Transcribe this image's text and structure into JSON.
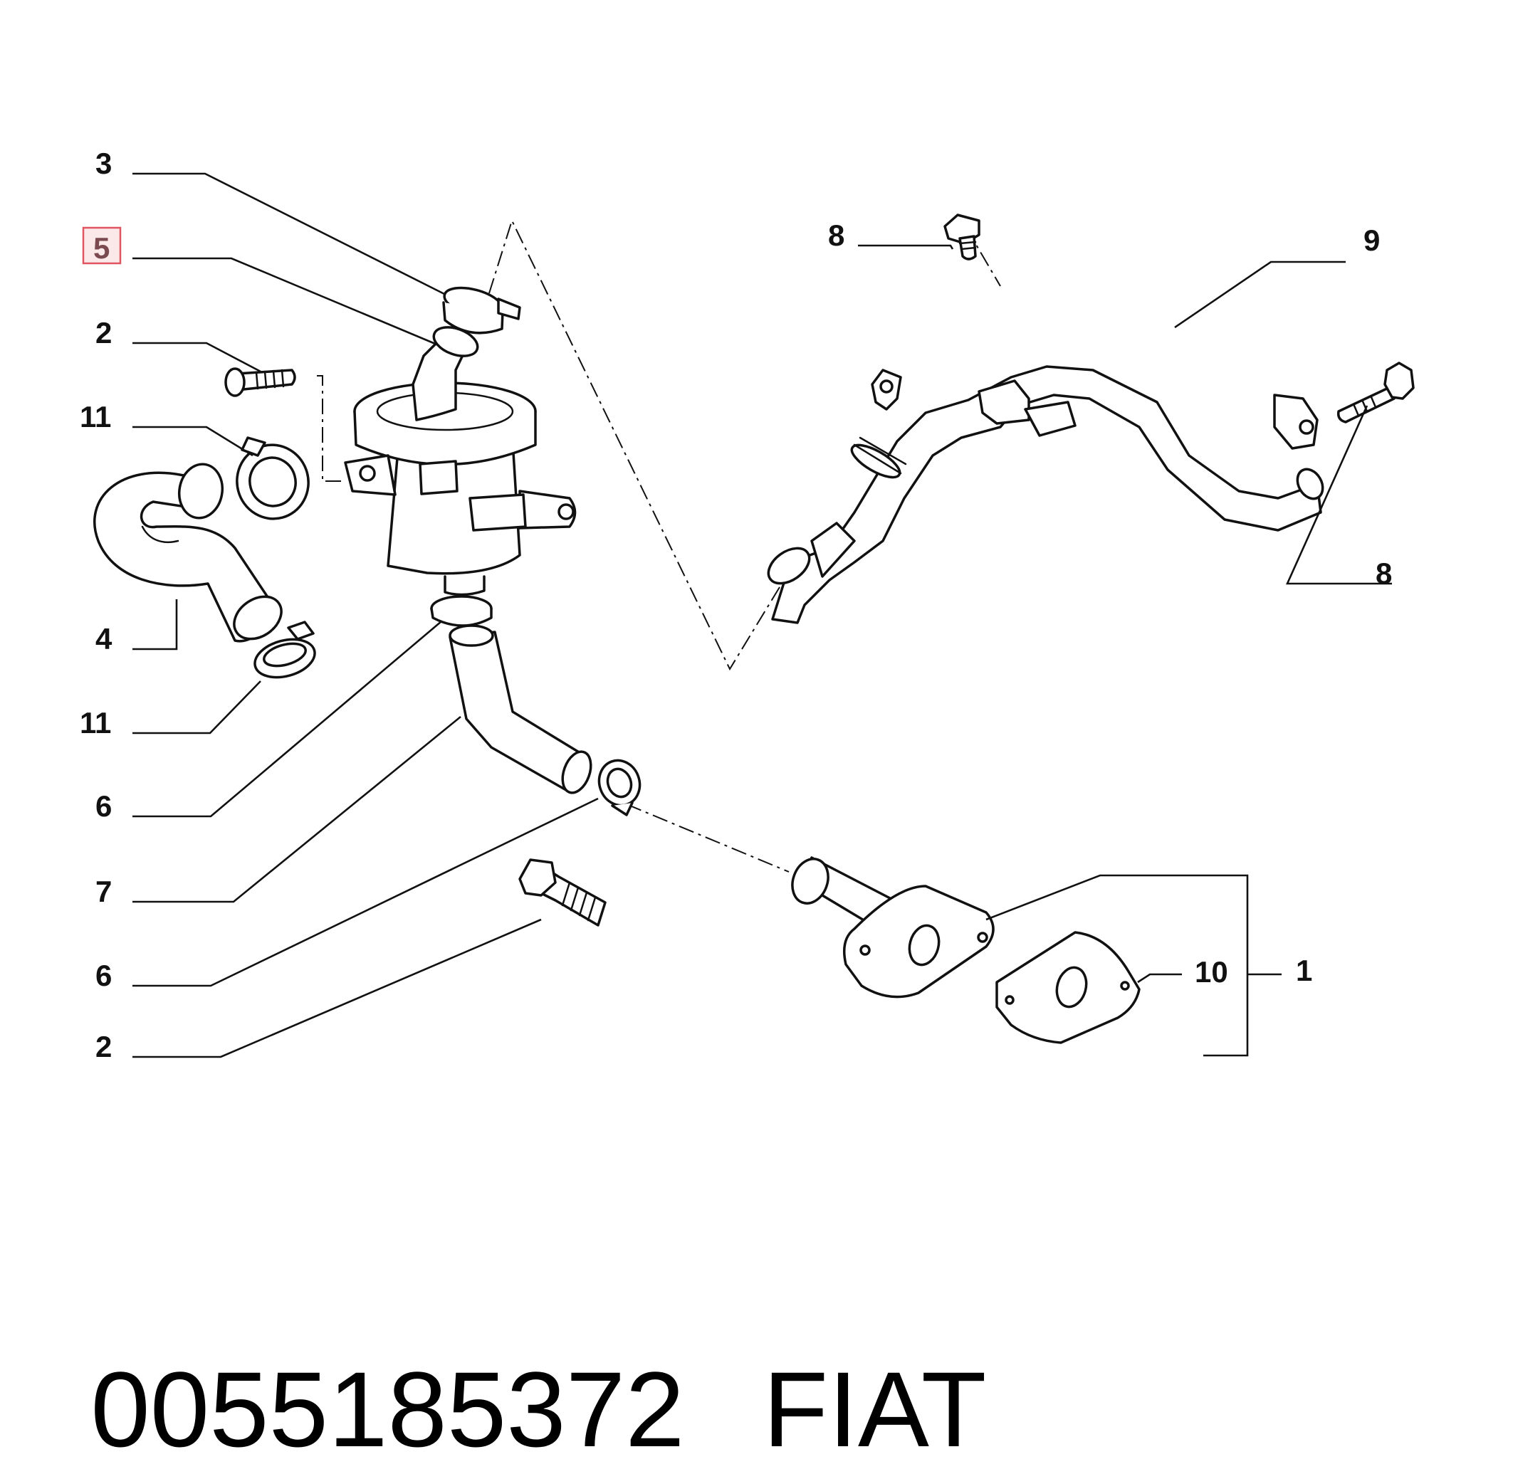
{
  "callouts": {
    "c3": "3",
    "c5": "5",
    "c2a": "2",
    "c11a": "11",
    "c4": "4",
    "c11b": "11",
    "c6a": "6",
    "c7": "7",
    "c6b": "6",
    "c2b": "2",
    "c8a": "8",
    "c9": "9",
    "c8b": "8",
    "c10": "10",
    "c1": "1"
  },
  "highlight": {
    "callout": "5",
    "color": "#e05560"
  },
  "footer": {
    "part_number": "0055185372",
    "brand": "FIAT"
  }
}
